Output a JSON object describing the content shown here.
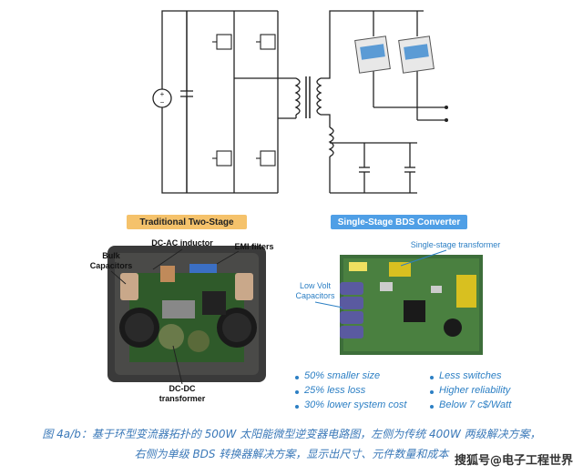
{
  "labels": {
    "traditional": "Traditional Two-Stage",
    "bds": "Single-Stage BDS Converter"
  },
  "annotations": {
    "bulk_capacitors_line1": "Bulk",
    "bulk_capacitors_line2": "Capacitors",
    "dc_ac_inductor": "DC-AC inductor",
    "emi_filters": "EMI filters",
    "dc_dc_transformer_line1": "DC-DC",
    "dc_dc_transformer_line2": "transformer",
    "single_stage_transformer": "Single-stage transformer",
    "low_volt_line1": "Low Volt",
    "low_volt_line2": "Capacitors"
  },
  "features": {
    "left": [
      "50% smaller size",
      "25% less loss",
      "30% lower system cost"
    ],
    "right": [
      "Less switches",
      "Higher reliability",
      "Below 7 c$/Watt"
    ]
  },
  "caption": {
    "line1": "图 4a/b：基于环型变流器拓扑的 500W 太阳能微型逆变器电路图，左侧为传统 400W 两级解决方案，",
    "line2": "右侧为单级 BDS 转换器解决方案，显示出尺寸、元件数量和成本"
  },
  "watermark": "搜狐号@电子工程世界",
  "colors": {
    "trad_label_bg": "#f5c26b",
    "bds_label_bg": "#4f9fe6",
    "feature_text": "#2c7fc4",
    "caption_text": "#3a78b8"
  }
}
